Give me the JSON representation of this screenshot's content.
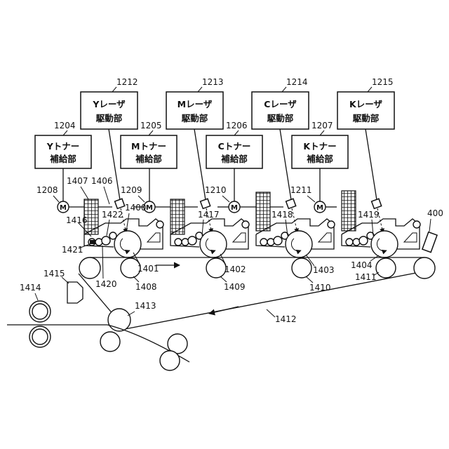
{
  "laser_units": [
    {
      "ref": "1212",
      "line1": "Yレーザ",
      "line2": "駆動部"
    },
    {
      "ref": "1213",
      "line1": "Mレーザ",
      "line2": "駆動部"
    },
    {
      "ref": "1214",
      "line1": "Cレーザ",
      "line2": "駆動部"
    },
    {
      "ref": "1215",
      "line1": "Kレーザ",
      "line2": "駆動部"
    }
  ],
  "toner_units": [
    {
      "ref": "1204",
      "line1": "Yトナー",
      "line2": "補給部"
    },
    {
      "ref": "1205",
      "line1": "Mトナー",
      "line2": "補給部"
    },
    {
      "ref": "1206",
      "line1": "Cトナー",
      "line2": "補給部"
    },
    {
      "ref": "1207",
      "line1": "Kトナー",
      "line2": "補給部"
    }
  ],
  "motor": {
    "symbol": "M",
    "refs": [
      "1208",
      "1209",
      "1210",
      "1211"
    ]
  },
  "labels": {
    "l1407": "1407",
    "l1406": "1406",
    "l1422": "1422",
    "l1400": "1400",
    "l1416": "1416",
    "l1421": "1421",
    "l1420": "1420",
    "l1401": "1401",
    "l1408": "1408",
    "l1417": "1417",
    "l1402": "1402",
    "l1409": "1409",
    "l1418": "1418",
    "l1403": "1403",
    "l1410": "1410",
    "l1419": "1419",
    "l1404": "1404",
    "l1411": "1411",
    "l400": "400",
    "l1415": "1415",
    "l1414": "1414",
    "l1413": "1413",
    "l1412": "1412"
  }
}
